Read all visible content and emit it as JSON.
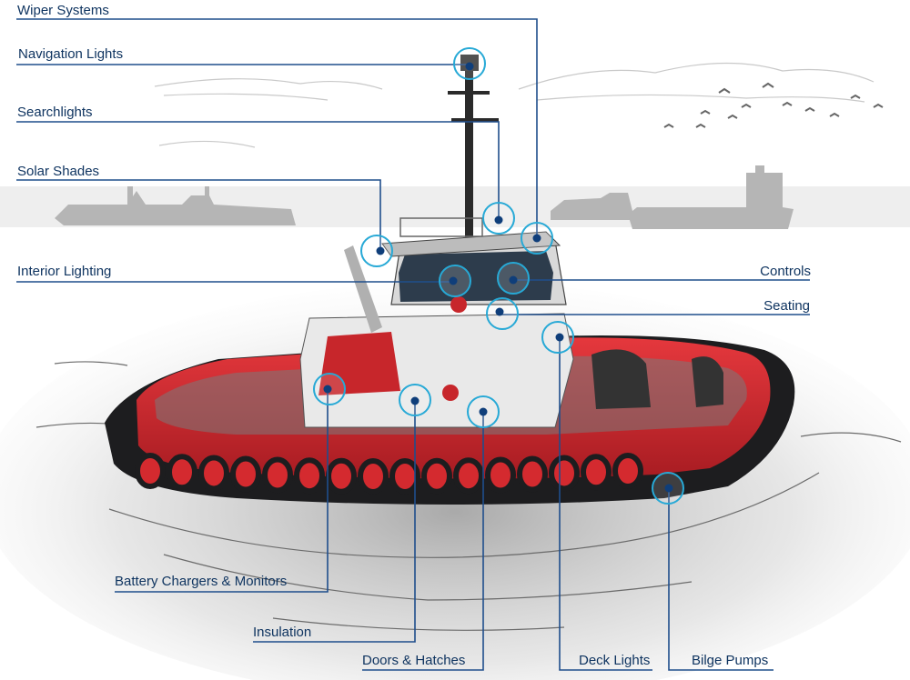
{
  "diagram": {
    "line_color": "#1f4e8c",
    "dot_color": "#0f3e7a",
    "ring_color": "#27a9d6",
    "callouts": [
      {
        "id": "wiper-systems",
        "label": "Wiper Systems"
      },
      {
        "id": "navigation-lights",
        "label": "Navigation Lights"
      },
      {
        "id": "searchlights",
        "label": "Searchlights"
      },
      {
        "id": "solar-shades",
        "label": "Solar Shades"
      },
      {
        "id": "interior-lighting",
        "label": "Interior Lighting"
      },
      {
        "id": "controls",
        "label": "Controls"
      },
      {
        "id": "seating",
        "label": "Seating"
      },
      {
        "id": "battery-chargers",
        "label": "Battery Chargers & Monitors"
      },
      {
        "id": "insulation",
        "label": "Insulation"
      },
      {
        "id": "doors-hatches",
        "label": "Doors & Hatches"
      },
      {
        "id": "deck-lights",
        "label": "Deck Lights"
      },
      {
        "id": "bilge-pumps",
        "label": "Bilge Pumps"
      }
    ]
  },
  "illustration": {
    "hull_color": "#d42a2f",
    "fender_color": "#1d1d1f",
    "superstructure_color": "#eeeeee",
    "ship_silhouette_color": "#b5b5b5",
    "water_shadow_color": "#9a9a9a"
  }
}
